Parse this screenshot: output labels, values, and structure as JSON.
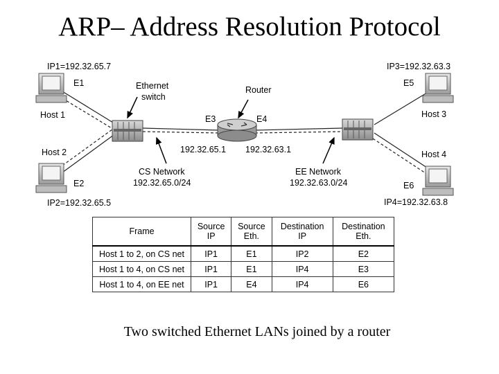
{
  "title": "ARP– Address Resolution Protocol",
  "diagram": {
    "ip1": "IP1=192.32.65.7",
    "ip2": "IP2=192.32.65.5",
    "ip3": "IP3=192.32.63.3",
    "ip4": "IP4=192.32.63.8",
    "e1": "E1",
    "e2": "E2",
    "e3": "E3",
    "e4": "E4",
    "e5": "E5",
    "e6": "E6",
    "host1": "Host 1",
    "host2": "Host 2",
    "host3": "Host 3",
    "host4": "Host 4",
    "ethernet_switch_1": "Ethernet",
    "ethernet_switch_2": "switch",
    "router": "Router",
    "router_ip_left": "192.32.65.1",
    "router_ip_right": "192.32.63.1",
    "cs_network": "CS Network",
    "cs_network_addr": "192.32.65.0/24",
    "ee_network": "EE Network",
    "ee_network_addr": "192.32.63.0/24"
  },
  "table": {
    "headers": [
      {
        "line1": "Frame",
        "line2": ""
      },
      {
        "line1": "Source",
        "line2": "IP"
      },
      {
        "line1": "Source",
        "line2": "Eth."
      },
      {
        "line1": "Destination",
        "line2": "IP"
      },
      {
        "line1": "Destination",
        "line2": "Eth."
      }
    ],
    "rows": [
      [
        "Host 1 to 2, on CS net",
        "IP1",
        "E1",
        "IP2",
        "E2"
      ],
      [
        "Host 1 to 4, on CS net",
        "IP1",
        "E1",
        "IP4",
        "E3"
      ],
      [
        "Host 1 to 4, on EE net",
        "IP1",
        "E4",
        "IP4",
        "E6"
      ]
    ]
  },
  "caption": "Two switched Ethernet LANs joined by a router"
}
